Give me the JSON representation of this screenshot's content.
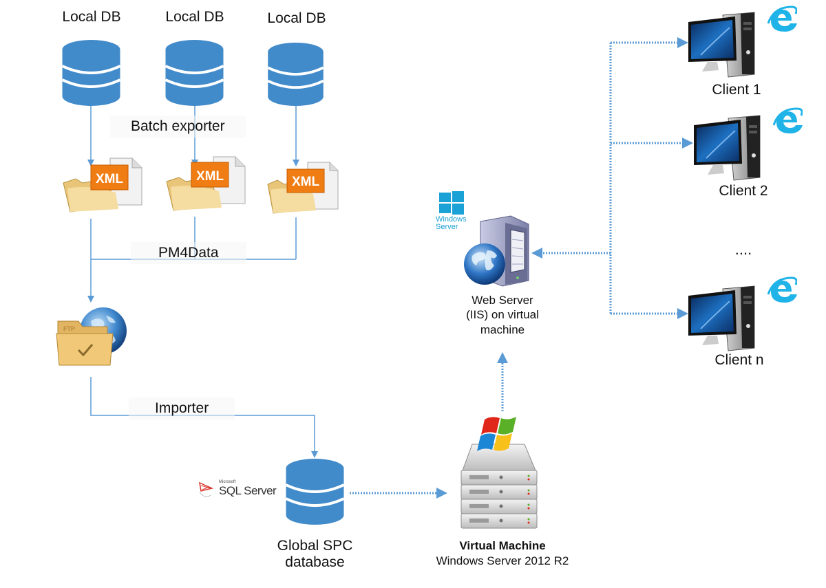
{
  "diagram": {
    "local_dbs": [
      {
        "label": "Local DB"
      },
      {
        "label": "Local DB"
      },
      {
        "label": "Local DB"
      }
    ],
    "xml_badge": "XML",
    "stages": {
      "batch_exporter": "Batch exporter",
      "pm4data": "PM4Data",
      "importer": "Importer"
    },
    "ftp_folder_tab": "FTP",
    "global_db": {
      "line1": "Global SPC",
      "line2": "database",
      "logo_brand": "Microsoft",
      "logo_text": "SQL Server"
    },
    "virtual_machine": {
      "title": "Virtual Machine",
      "subtitle": "Windows Server 2012 R2"
    },
    "web_server": {
      "line1": "Web Server",
      "line2": "(IIS) on virtual",
      "line3": "machine",
      "logo_line1": "Windows",
      "logo_line2": "Server"
    },
    "clients": [
      {
        "label": "Client 1"
      },
      {
        "label": "Client 2"
      },
      {
        "label": "Client n"
      }
    ],
    "ellipsis": "....",
    "colors": {
      "accent_blue": "#4a8ac9",
      "db_blue": "#428bca",
      "arrow_blue": "#5b9bd5",
      "xml_orange": "#f07c14",
      "ie_blue": "#1fb3e8",
      "windows_teal": "#1aa1d6"
    }
  }
}
